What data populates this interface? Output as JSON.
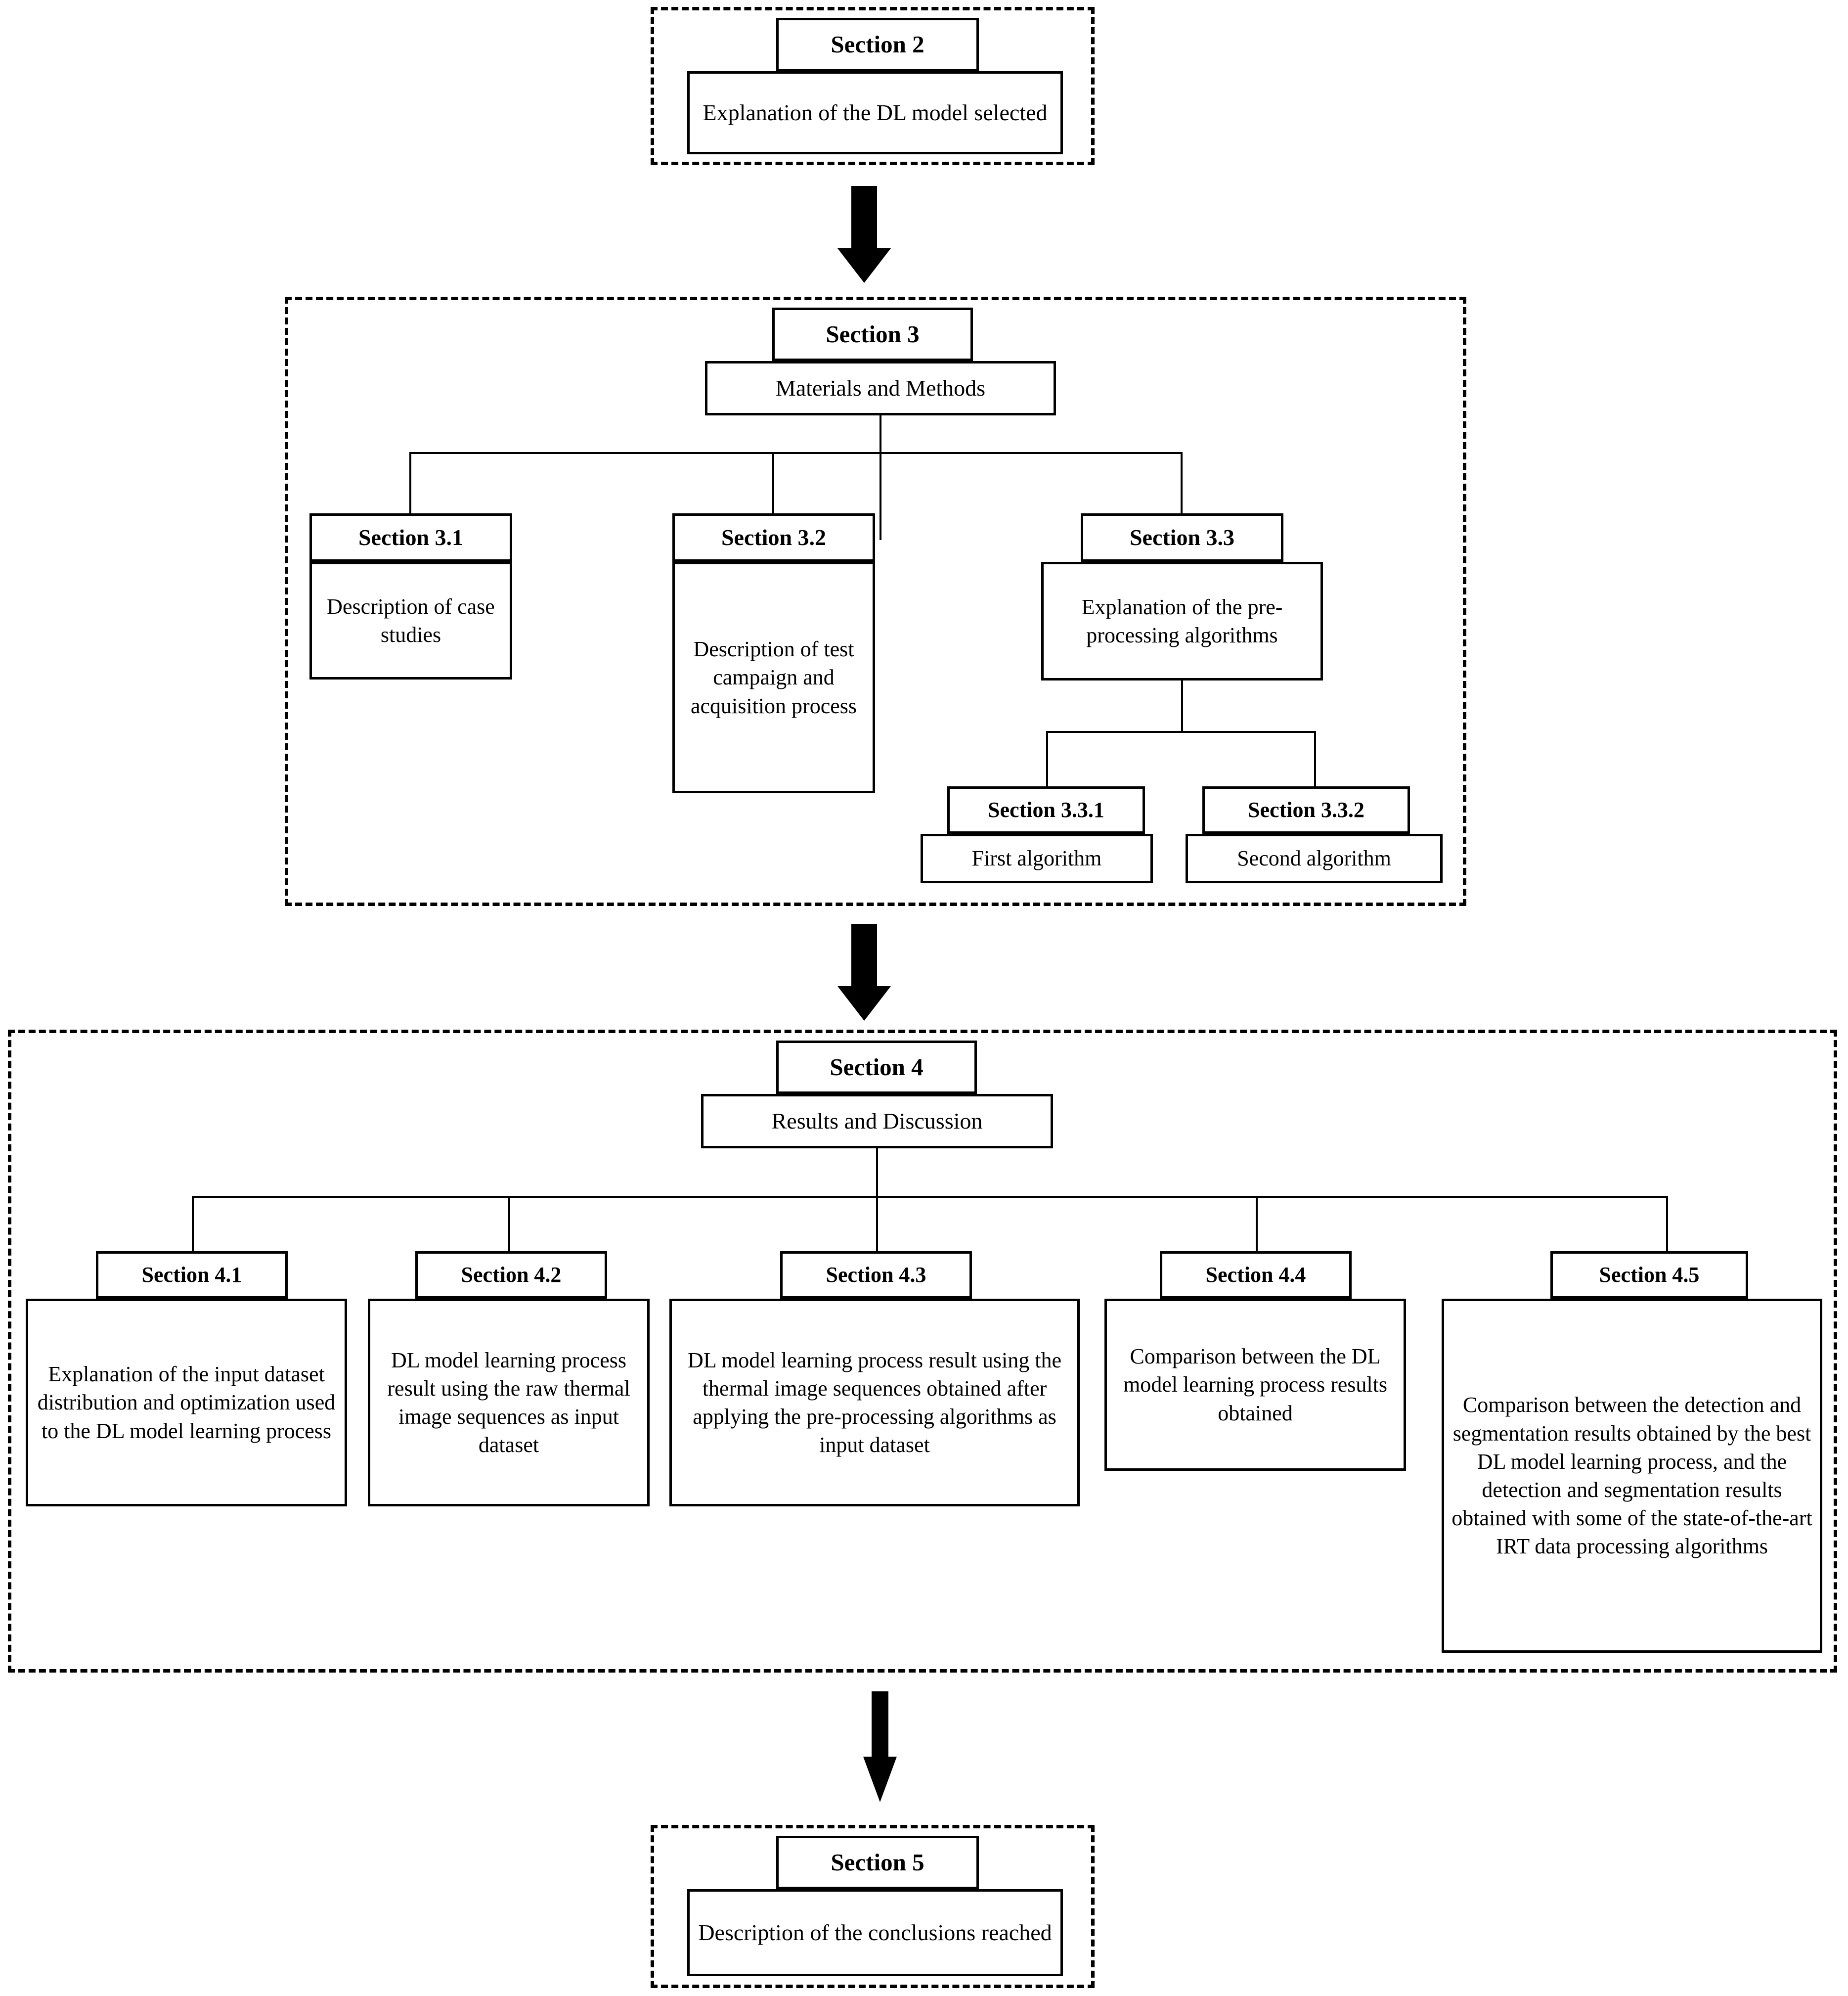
{
  "diagram": {
    "title": "Paper structure flowchart",
    "accent_color": "#000000",
    "background_color": "#ffffff"
  },
  "groups": [
    {
      "id": "group-section-2",
      "label": "Section 2 group"
    },
    {
      "id": "group-section-3",
      "label": "Section 3 group"
    },
    {
      "id": "group-section-4",
      "label": "Section 4 group"
    },
    {
      "id": "group-section-5",
      "label": "Section 5 group"
    }
  ],
  "nodes": {
    "section2": {
      "title": "Section 2",
      "body": "Explanation of the DL model selected"
    },
    "section3": {
      "title": "Section 3",
      "body": "Materials and Methods"
    },
    "section3_1": {
      "title": "Section 3.1",
      "body": "Description of case studies"
    },
    "section3_2": {
      "title": "Section 3.2",
      "body": "Description of test campaign and acquisition process"
    },
    "section3_3": {
      "title": "Section 3.3",
      "body": "Explanation of the pre-processing algorithms"
    },
    "section3_3_1": {
      "title": "Section 3.3.1",
      "body": "First algorithm"
    },
    "section3_3_2": {
      "title": "Section 3.3.2",
      "body": "Second algorithm"
    },
    "section4": {
      "title": "Section 4",
      "body": "Results and Discussion"
    },
    "section4_1": {
      "title": "Section 4.1",
      "body": "Explanation of the input dataset distribution and optimization used to the DL model learning process"
    },
    "section4_2": {
      "title": "Section 4.2",
      "body": "DL model learning process result using the raw thermal image sequences as input dataset"
    },
    "section4_3": {
      "title": "Section 4.3",
      "body": "DL model learning process result using the thermal image sequences obtained after applying the pre-processing algorithms as input dataset"
    },
    "section4_4": {
      "title": "Section 4.4",
      "body": "Comparison between the DL model learning process results obtained"
    },
    "section4_5": {
      "title": "Section 4.5",
      "body": "Comparison between the detection and segmentation results obtained by the best DL model learning process, and the detection and segmentation results obtained with some of the state-of-the-art IRT data processing algorithms"
    },
    "section5": {
      "title": "Section 5",
      "body": "Description of the conclusions reached"
    }
  },
  "arrows": [
    {
      "id": "arrow-s2-to-s3",
      "name": "down-arrow-icon"
    },
    {
      "id": "arrow-s3-to-s4",
      "name": "down-arrow-icon"
    },
    {
      "id": "arrow-s4-to-s5",
      "name": "down-arrow-icon"
    }
  ]
}
